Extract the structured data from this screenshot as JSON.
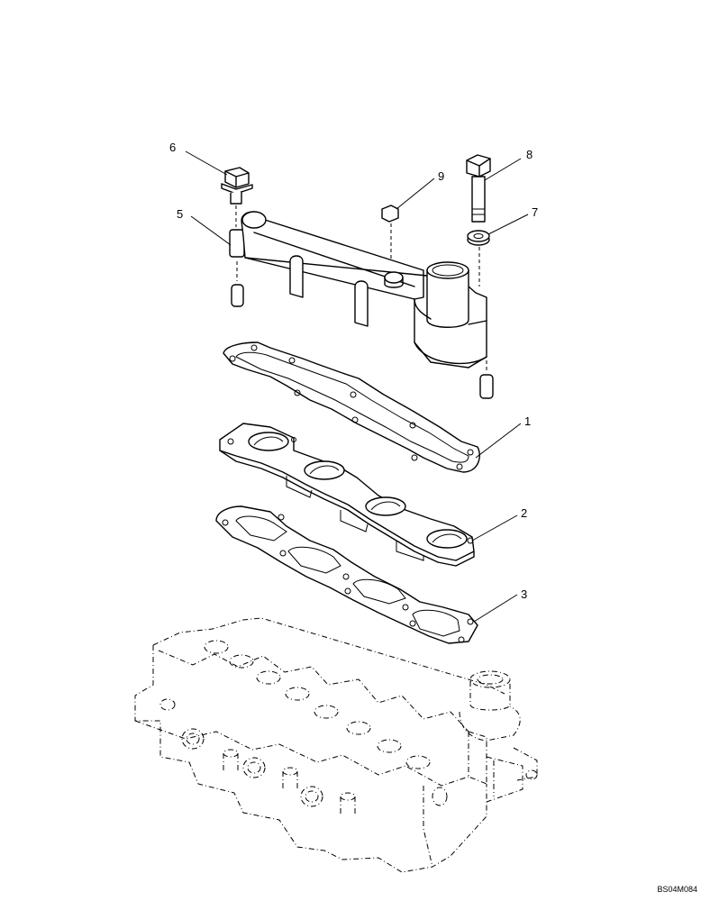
{
  "diagram": {
    "callouts": [
      {
        "id": "1",
        "label": "1"
      },
      {
        "id": "2",
        "label": "2"
      },
      {
        "id": "3",
        "label": "3"
      },
      {
        "id": "5",
        "label": "5"
      },
      {
        "id": "6",
        "label": "6"
      },
      {
        "id": "7",
        "label": "7"
      },
      {
        "id": "8",
        "label": "8"
      },
      {
        "id": "9",
        "label": "9"
      }
    ],
    "reference_code": "BS04M084"
  }
}
